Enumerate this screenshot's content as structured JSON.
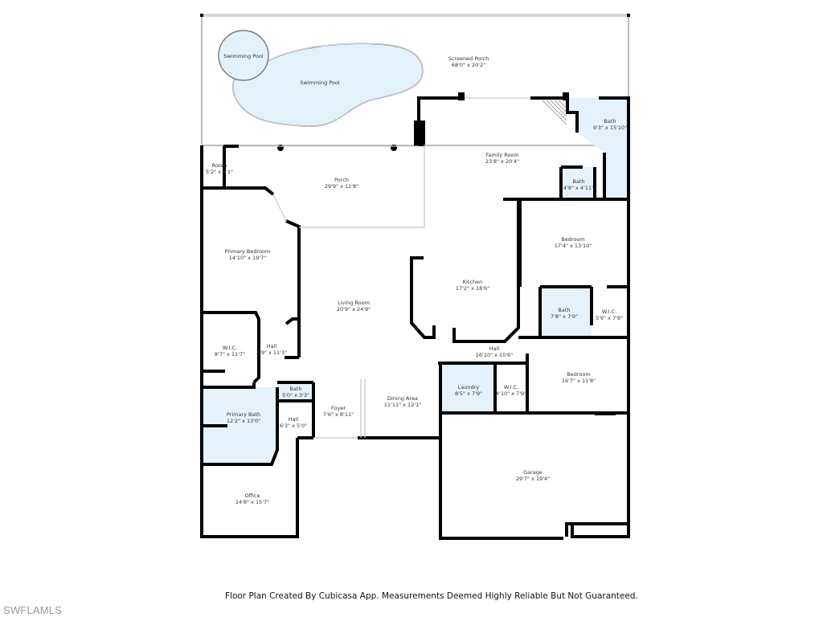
{
  "colors": {
    "wall": "#000000",
    "wet_room_fill": "#e6f2fb",
    "pool_fill": "#e3f1fb",
    "background": "#ffffff",
    "thin_line": "#c8c8c8"
  },
  "rooms": {
    "screened_porch": {
      "name": "Screened Porch",
      "dims": "68'0\" x 20'2\""
    },
    "pool_small": {
      "name": "Swimming Pool",
      "dims": ""
    },
    "pool_large": {
      "name": "Swimming Pool",
      "dims": ""
    },
    "room": {
      "name": "Room",
      "dims": "5'2\" x 6'1\""
    },
    "porch": {
      "name": "Porch",
      "dims": "29'9\" x 12'8\""
    },
    "family_room": {
      "name": "Family Room",
      "dims": "23'8\" x 20'4\""
    },
    "bath_upper": {
      "name": "Bath",
      "dims": "9'3\" x 15'10\""
    },
    "bath_small": {
      "name": "Bath",
      "dims": "4'8\" x 4'11\""
    },
    "primary_bedroom": {
      "name": "Primary Bedroom",
      "dims": "14'10\" x 19'7\""
    },
    "living_room": {
      "name": "Living Room",
      "dims": "20'9\" x 24'9\""
    },
    "kitchen": {
      "name": "Kitchen",
      "dims": "17'2\" x 18'6\""
    },
    "bedroom_upper": {
      "name": "Bedroom",
      "dims": "17'4\" x 13'10\""
    },
    "bath_mid": {
      "name": "Bath",
      "dims": "7'8\" x 7'9\""
    },
    "wic_right": {
      "name": "W.I.C.",
      "dims": "5'9\" x 7'9\""
    },
    "wic_left": {
      "name": "W.I.C.",
      "dims": "8'7\" x 11'7\""
    },
    "hall_left": {
      "name": "Hall",
      "dims": "3'9\" x 11'3\""
    },
    "hall_center": {
      "name": "Hall",
      "dims": "16'10\" x 10'6\""
    },
    "bath_tiny": {
      "name": "Bath",
      "dims": "5'0\" x 3'3\""
    },
    "primary_bath": {
      "name": "Primary Bath",
      "dims": "12'2\" x 13'0\""
    },
    "hall_small": {
      "name": "Hall",
      "dims": "6'3\" x 5'0\""
    },
    "foyer": {
      "name": "Foyer",
      "dims": "7'6\" x 8'11\""
    },
    "dining_area": {
      "name": "Dining Area",
      "dims": "11'11\" x 12'1\""
    },
    "laundry": {
      "name": "Laundry",
      "dims": "8'5\" x 7'9\""
    },
    "wic_lower": {
      "name": "W.I.C.",
      "dims": "4'10\" x 7'9\""
    },
    "bedroom_lower": {
      "name": "Bedroom",
      "dims": "16'7\" x 11'8\""
    },
    "office": {
      "name": "Office",
      "dims": "14'8\" x 15'7\""
    },
    "garage": {
      "name": "Garage",
      "dims": "29'7\" x 19'4\""
    }
  },
  "footer": {
    "disclaimer": "Floor Plan Created By Cubicasa App. Measurements Deemed Highly Reliable But Not Guaranteed.",
    "watermark": "SWFLAMLS"
  }
}
